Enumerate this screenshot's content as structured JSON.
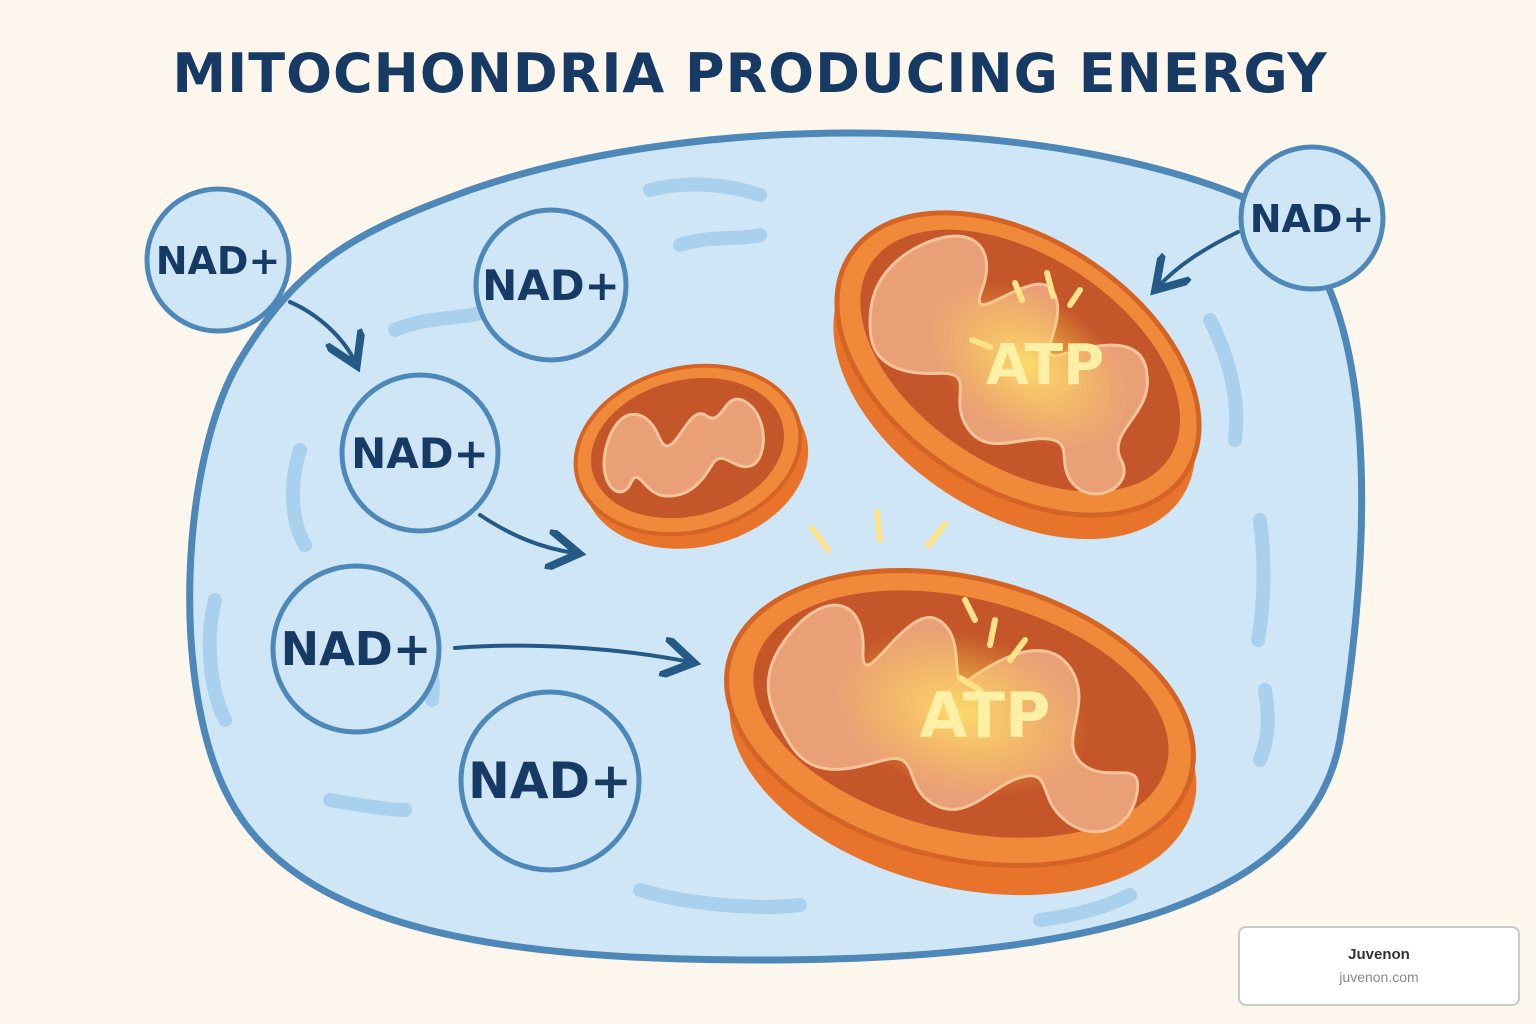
{
  "title": "MITOCHONDRIA PRODUCING ENERGY",
  "nad_label": "NAD+",
  "atp_label": "ATP",
  "badge": {
    "name": "Juvenon",
    "url": "juvenon.com"
  },
  "colors": {
    "background": "#fcf6ec",
    "cell_fill": "#cfe6f6",
    "cell_stroke": "#4d88b8",
    "title": "#163a63",
    "mito_outer": "#f0893a",
    "mito_inner": "#c5562a",
    "cristae": "#eaa077",
    "atp_text": "#fff0a6",
    "arrow": "#245a85"
  }
}
